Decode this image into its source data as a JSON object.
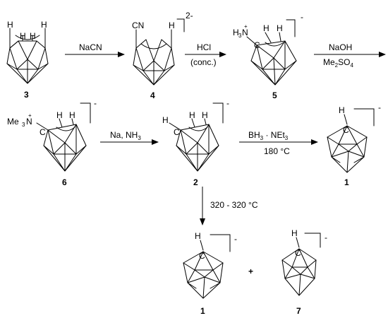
{
  "diagram": {
    "compounds": {
      "c3": "3",
      "c4": "4",
      "c5": "5",
      "c6": "6",
      "c2": "2",
      "c1_top": "1",
      "c1_bottom": "1",
      "c7": "7"
    },
    "atoms": {
      "cn": "CN",
      "h3n": "H",
      "h3n_n": "N",
      "h3n_sub": "3",
      "me3n": "Me",
      "me3n_sub": "3",
      "me3n_n": "N",
      "plus": "+",
      "carbon": "C",
      "hydrogen": "H",
      "carbon_minus": "-"
    },
    "charges": {
      "c4": "2-",
      "c5": "-",
      "c6": "-",
      "c2": "-",
      "c1_top": "-",
      "c1_bottom": "-",
      "c7": "-"
    },
    "reagents": {
      "r1": "NaCN",
      "r2_top": "HCl",
      "r2_bottom": "(conc.)",
      "r3_top": "NaOH",
      "r3_bottom_a": "Me",
      "r3_bottom_sub": "2",
      "r3_bottom_b": "SO",
      "r3_bottom_sub2": "4",
      "r4": "Na, NH",
      "r4_sub": "3",
      "r5_top_a": "BH",
      "r5_top_sub": "3",
      "r5_top_b": " · NEt",
      "r5_top_sub2": "3",
      "r5_bottom": "180 °C",
      "r6": "320 - 320 °C"
    },
    "plus_sign": "+"
  }
}
